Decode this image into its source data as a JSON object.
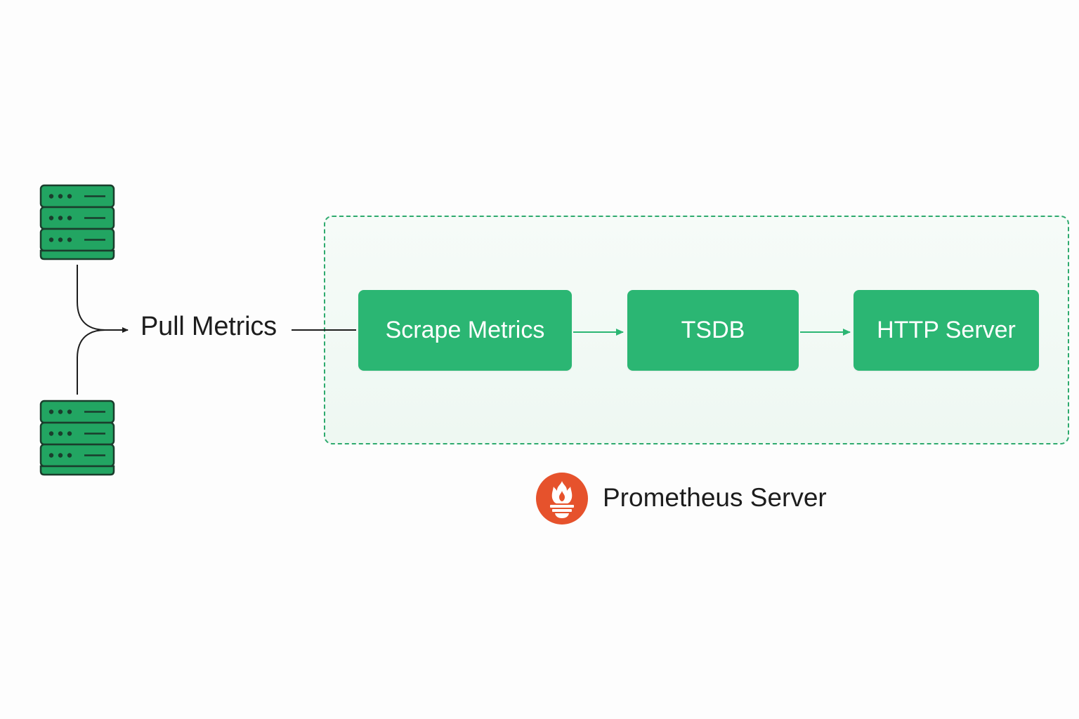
{
  "diagram": {
    "pull_label": "Pull Metrics",
    "stages": [
      {
        "label": "Scrape Metrics"
      },
      {
        "label": "TSDB"
      },
      {
        "label": "HTTP Server"
      }
    ],
    "server_caption": "Prometheus Server"
  },
  "icons": {
    "targets": [
      "server-rack-icon",
      "server-rack-icon"
    ],
    "logo": "prometheus-logo-icon"
  },
  "colors": {
    "accent_green": "#2bb673",
    "boundary_green": "#2eaa6e",
    "server_icon_fill": "#22a562",
    "logo_orange": "#e6522c",
    "text": "#1d1d1d"
  }
}
